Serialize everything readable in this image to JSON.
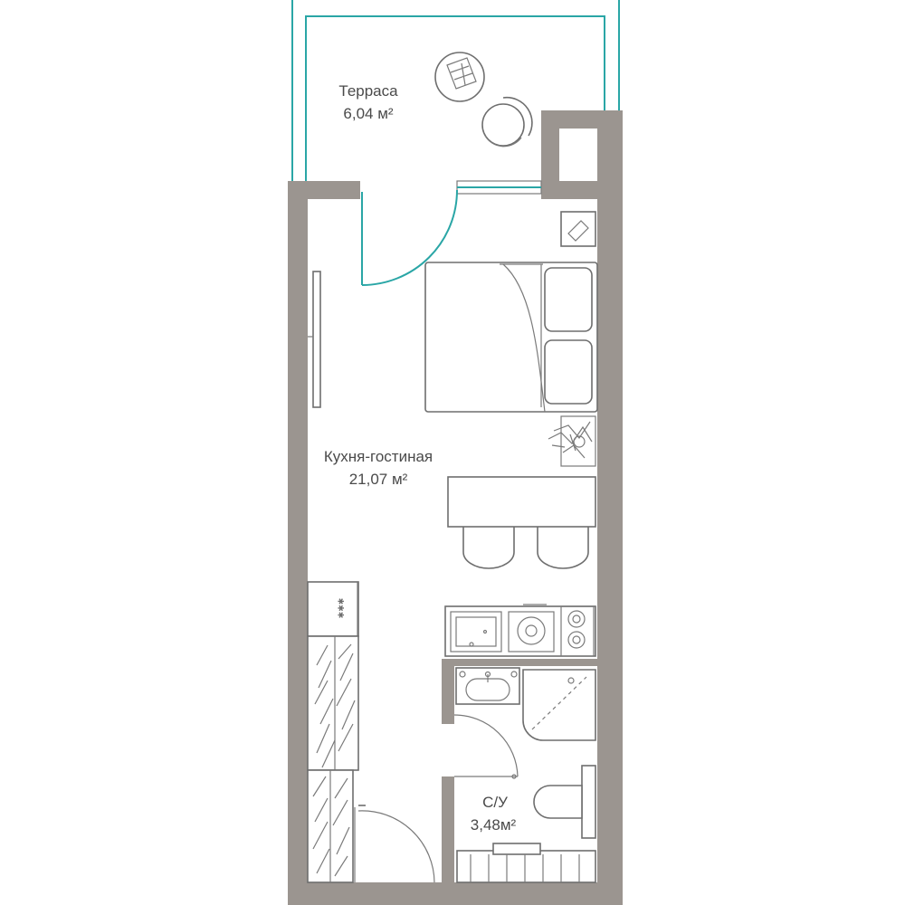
{
  "rooms": {
    "terrace": {
      "name": "Терраса",
      "area": "6,04 м²"
    },
    "living": {
      "name": "Кухня-гостиная",
      "area": "21,07 м²"
    },
    "bathroom": {
      "name": "С/У",
      "area": "3,48м²"
    }
  },
  "colors": {
    "wall": "#9b9590",
    "glazing": "#2aa6a6",
    "lines": "#6e6e6e",
    "text": "#4a4a4a"
  },
  "icons": {
    "stove_symbol": "✱✱✱"
  }
}
